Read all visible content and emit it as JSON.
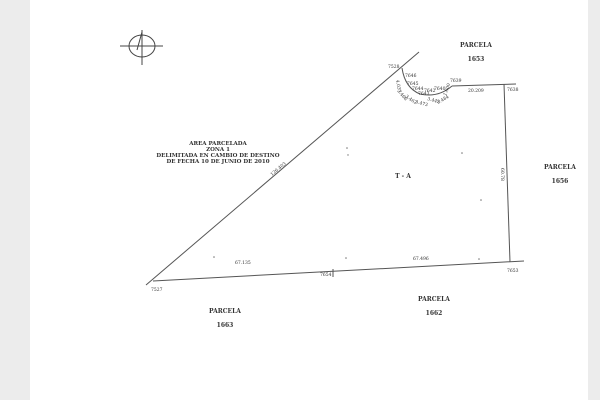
{
  "legend": {
    "line1": "AREA PARCELADA",
    "line2": "ZONA 1",
    "line3": "DELIMITADA EN CAMBIO DE DESTINO",
    "line4": "DE FECHA 10 DE JUNIO DE 2010"
  },
  "parcels": [
    {
      "label": "PARCELA",
      "number": "1653"
    },
    {
      "label": "PARCELA",
      "number": "1656"
    },
    {
      "label": "PARCELA",
      "number": "1662"
    },
    {
      "label": "PARCELA",
      "number": "1663"
    }
  ],
  "area_label": "T - A",
  "vertices": {
    "v7527": "7527",
    "v7528": "7528",
    "v7646": "7646",
    "v7645": "7645",
    "v7644": "7644",
    "v7643": "7643",
    "v7642": "7642",
    "v7640": "7640",
    "v7639": "7639",
    "v7638": "7638",
    "v7653": "7653",
    "v7654": "7654"
  },
  "distances": {
    "diagonal": "126.403",
    "top": "20.209",
    "right": "60.78",
    "bottom_left": "67.135",
    "bottom_right": "67.496",
    "arc1": "4.037",
    "arc2": "3.466",
    "arc3": "3.462",
    "arc4": "3.473",
    "arc5": "3.442",
    "arc6": "3.484",
    "arc7": "1.600"
  }
}
